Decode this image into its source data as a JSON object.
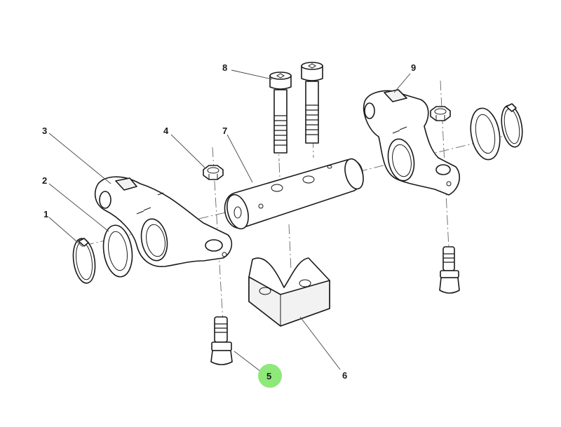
{
  "callouts": [
    {
      "id": "1",
      "label": "1",
      "highlighted": false
    },
    {
      "id": "2",
      "label": "2",
      "highlighted": false
    },
    {
      "id": "3",
      "label": "3",
      "highlighted": false
    },
    {
      "id": "4",
      "label": "4",
      "highlighted": false
    },
    {
      "id": "5",
      "label": "5",
      "highlighted": true
    },
    {
      "id": "6",
      "label": "6",
      "highlighted": false
    },
    {
      "id": "7",
      "label": "7",
      "highlighted": false
    },
    {
      "id": "8",
      "label": "8",
      "highlighted": false
    },
    {
      "id": "9",
      "label": "9",
      "highlighted": false
    }
  ],
  "colors": {
    "highlight": "#8ee87a",
    "line": "#1a1a1a",
    "background": "#ffffff"
  }
}
